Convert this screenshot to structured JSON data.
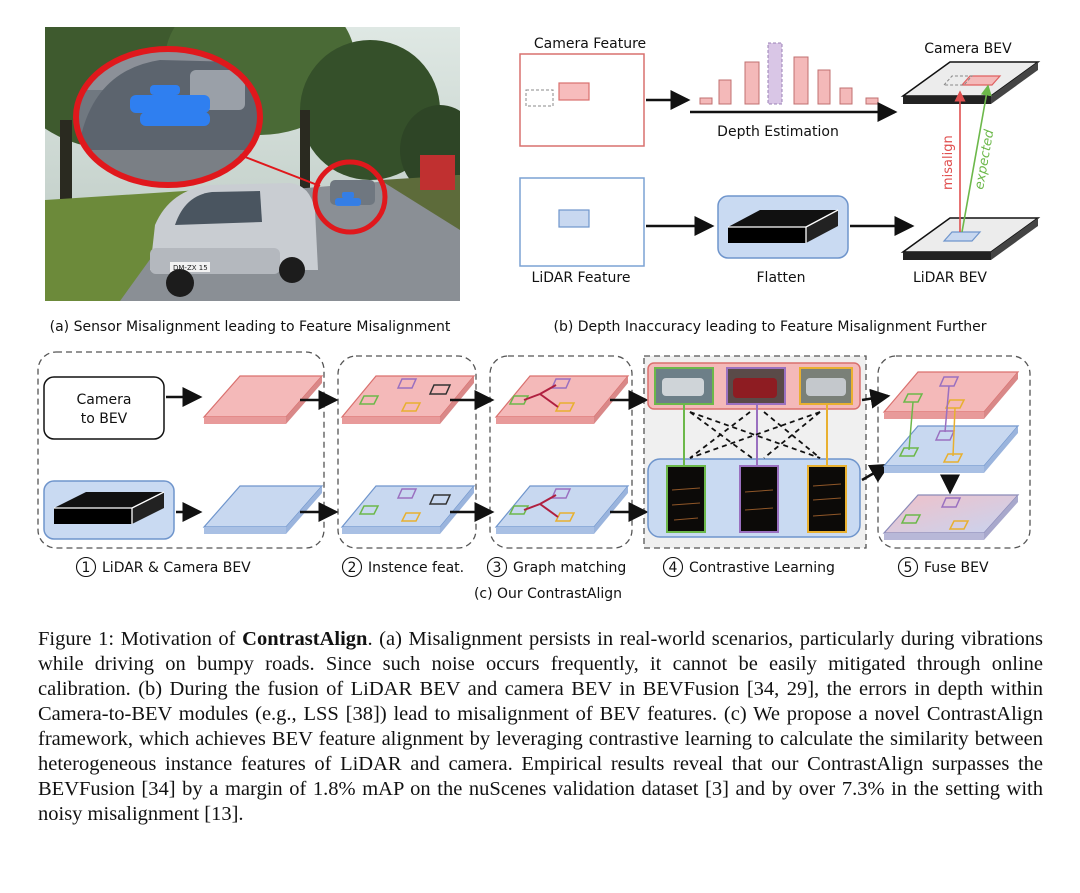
{
  "panel_a": {
    "caption": "(a) Sensor Misalignment leading to Feature Misalignment",
    "plate": "DM-ZX 15"
  },
  "panel_b": {
    "caption": "(b) Depth Inaccuracy leading to Feature Misalignment Further",
    "camera_feature": "Camera Feature",
    "depth_estimation": "Depth Estimation",
    "camera_bev": "Camera BEV",
    "lidar_feature": "LiDAR Feature",
    "flatten": "Flatten",
    "lidar_bev": "LiDAR BEV",
    "misalign": "misalign",
    "expected": "expected"
  },
  "panel_c": {
    "caption": "(c) Our ContrastAlign",
    "camera_to_bev_line1": "Camera",
    "camera_to_bev_line2": "to BEV",
    "steps": [
      {
        "num": "1",
        "label": "LiDAR & Camera BEV"
      },
      {
        "num": "2",
        "label": "Instence feat."
      },
      {
        "num": "3",
        "label": "Graph matching"
      },
      {
        "num": "4",
        "label": "Contrastive Learning"
      },
      {
        "num": "5",
        "label": "Fuse BEV"
      }
    ]
  },
  "figure_caption": {
    "prefix": "Figure 1: Motivation of ",
    "name": "ContrastAlign",
    "body": ". (a) Misalignment persists in real-world scenarios, particularly during vibrations while driving on bumpy roads. Since such noise occurs frequently, it cannot be easily mitigated through online calibration. (b) During the fusion of LiDAR BEV and camera BEV in BEVFusion [34, 29], the errors in depth within Camera-to-BEV modules (e.g., LSS [38]) lead to misalignment of BEV features. (c) We propose a novel ContrastAlign framework, which achieves BEV feature alignment by leveraging contrastive learning to calculate the similarity between heterogeneous instance features of LiDAR and camera. Empirical results reveal that our ContrastAlign surpasses the BEVFusion [34] by a margin of 1.8% mAP on the nuScenes validation dataset [3] and by over 7.3% in the setting with noisy misalignment [13]."
  }
}
